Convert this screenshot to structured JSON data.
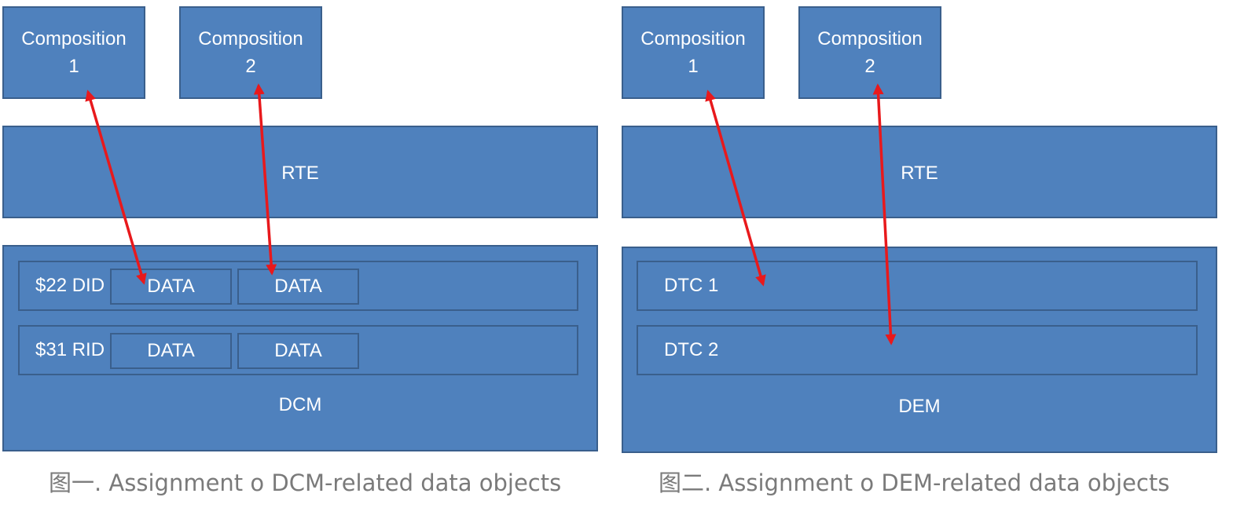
{
  "left": {
    "composition1": {
      "line1": "Composition",
      "line2": "1"
    },
    "composition2": {
      "line1": "Composition",
      "line2": "2"
    },
    "rte_label": "RTE",
    "rows": [
      {
        "label": "$22 DID",
        "cells": [
          "DATA",
          "DATA"
        ]
      },
      {
        "label": "$31 RID",
        "cells": [
          "DATA",
          "DATA"
        ]
      }
    ],
    "module_label": "DCM",
    "caption": "图一. Assignment o DCM-related data objects"
  },
  "right": {
    "composition1": {
      "line1": "Composition",
      "line2": "1"
    },
    "composition2": {
      "line1": "Composition",
      "line2": "2"
    },
    "rte_label": "RTE",
    "rows": [
      {
        "label": "DTC 1"
      },
      {
        "label": "DTC 2"
      }
    ],
    "module_label": "DEM",
    "caption": "图二. Assignment o DEM-related data objects"
  },
  "colors": {
    "block": "#4f81bd",
    "border": "#3a5f8c",
    "arrow": "#e8191c",
    "caption": "#7a7a7a"
  }
}
